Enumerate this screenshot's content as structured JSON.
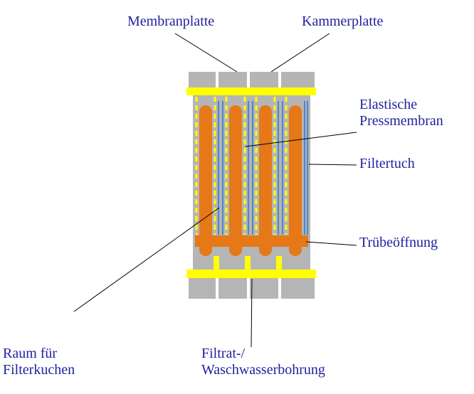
{
  "diagram": {
    "labels": {
      "membranplatte": "Membranplatte",
      "kammerplatte": "Kammerplatte",
      "pressmembran": "Elastische\nPressmembran",
      "filtertuch": "Filtertuch",
      "truebeoeffnung": "Trübeöffnung",
      "raum_filterkuchen": "Raum für\nFilterkuchen",
      "filtrat_bohrung": "Filtrat-/\nWaschwasserbohrung"
    },
    "colors": {
      "label_text": "#1f1f9f",
      "plate_gray": "#b5b5b5",
      "chamber_orange": "#e67817",
      "channel_yellow": "#ffff00",
      "cloth_blue": "#4d86cf",
      "leader_black": "#000000",
      "background": "#ffffff"
    }
  }
}
